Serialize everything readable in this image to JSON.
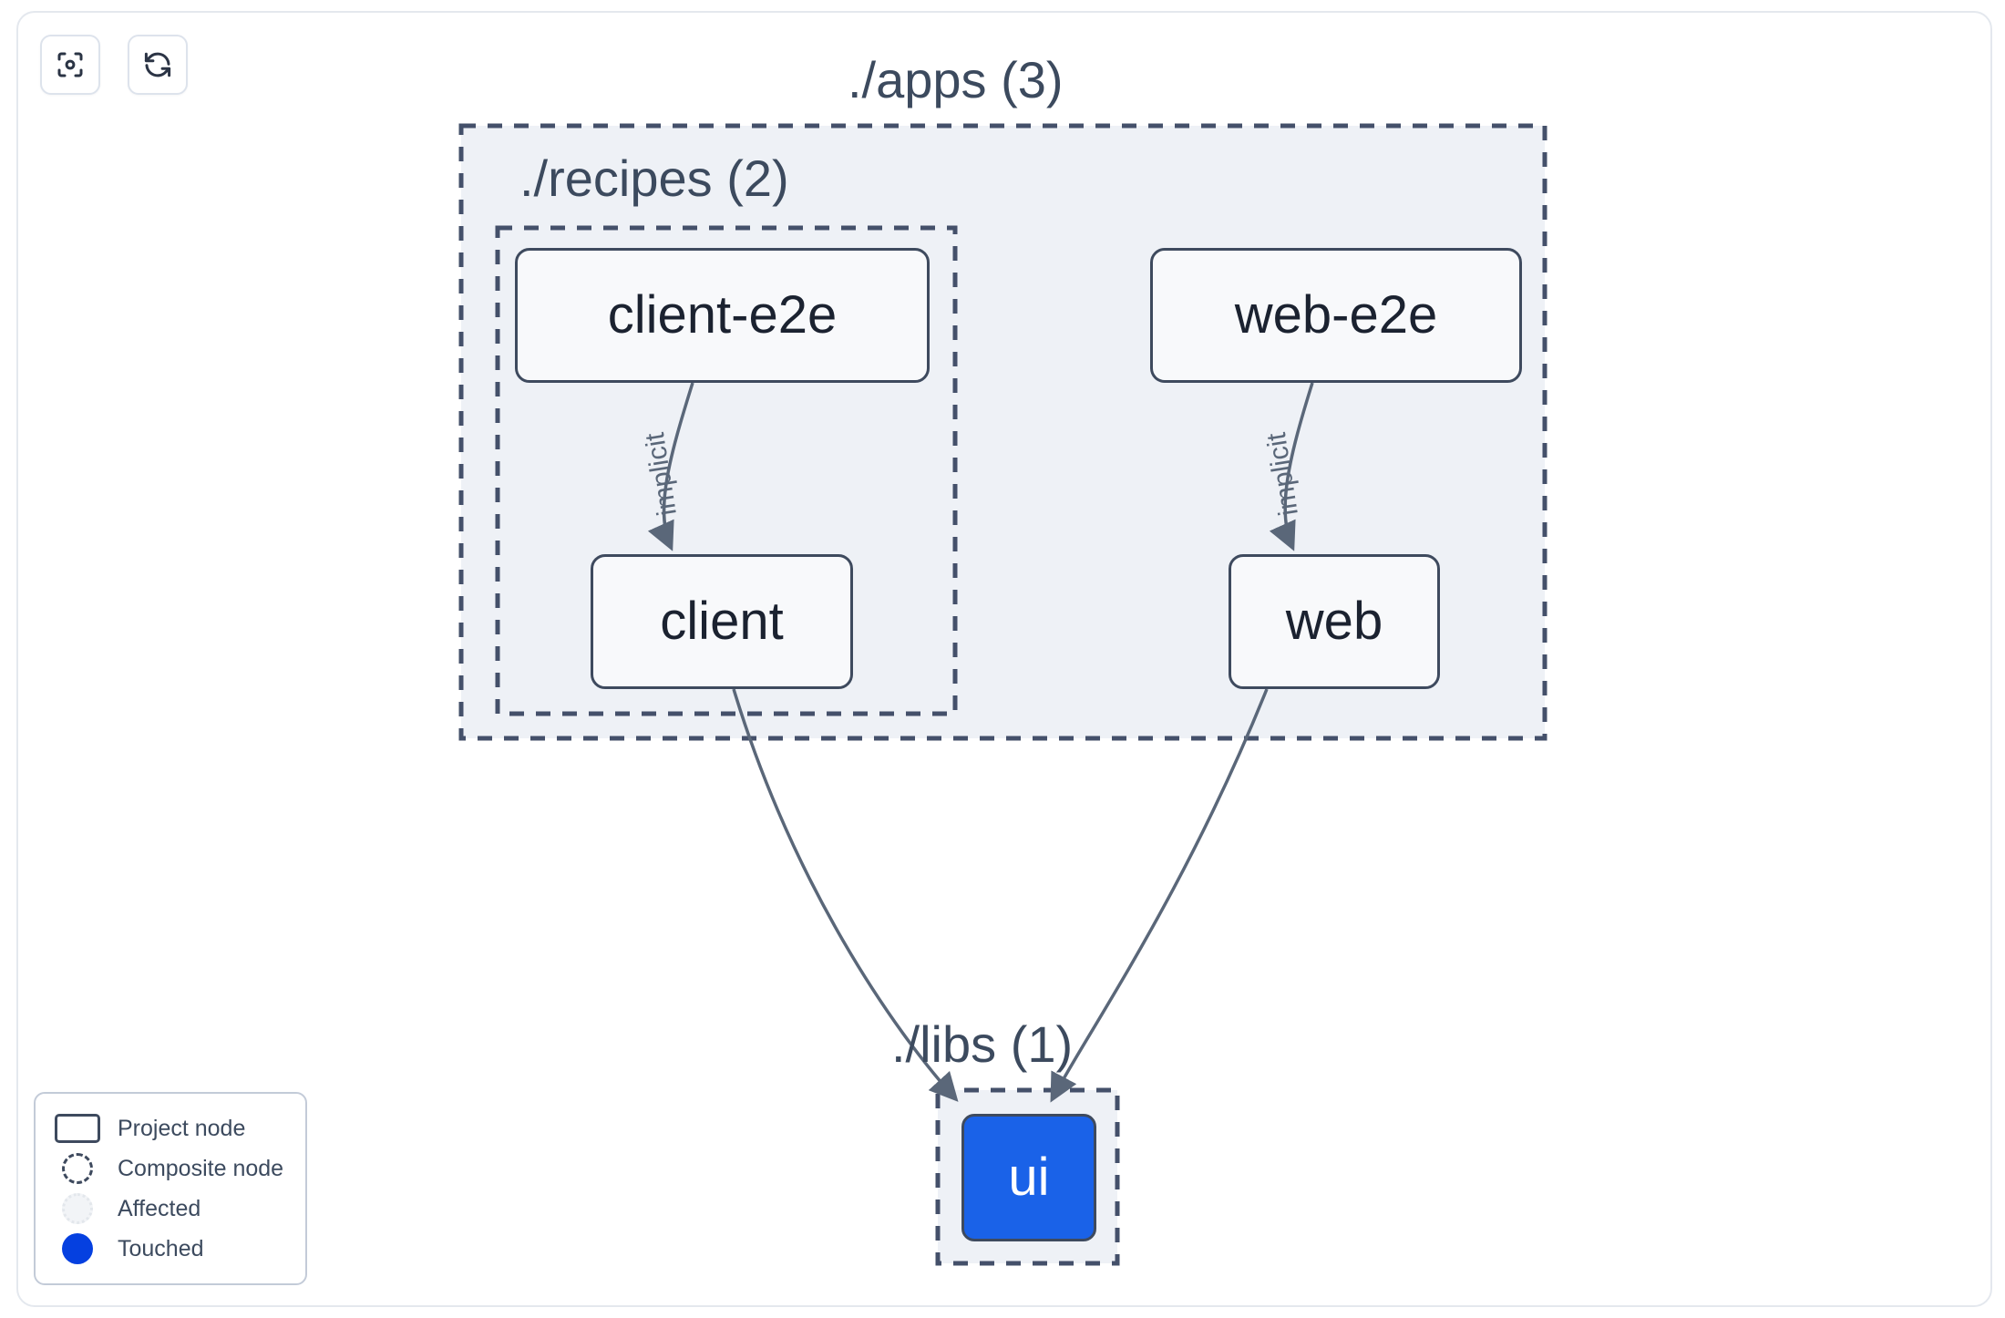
{
  "toolbar": {
    "buttons": [
      {
        "name": "focus-graph-button",
        "icon": "focus-target-icon",
        "label": ""
      },
      {
        "name": "refresh-graph-button",
        "icon": "refresh-icon",
        "label": ""
      }
    ]
  },
  "graph": {
    "groups": [
      {
        "id": "apps",
        "label": "./apps (3)",
        "count": 3,
        "parent": null
      },
      {
        "id": "recipes",
        "label": "./recipes (2)",
        "count": 2,
        "parent": "apps"
      },
      {
        "id": "libs",
        "label": "./libs (1)",
        "count": 1,
        "parent": null
      }
    ],
    "nodes": [
      {
        "id": "client-e2e",
        "label": "client-e2e",
        "group": "recipes",
        "state": "normal"
      },
      {
        "id": "web-e2e",
        "label": "web-e2e",
        "group": "apps",
        "state": "normal"
      },
      {
        "id": "client",
        "label": "client",
        "group": "recipes",
        "state": "normal"
      },
      {
        "id": "web",
        "label": "web",
        "group": "apps",
        "state": "normal"
      },
      {
        "id": "ui",
        "label": "ui",
        "group": "libs",
        "state": "touched"
      }
    ],
    "edges": [
      {
        "from": "client-e2e",
        "to": "client",
        "label": "implicit"
      },
      {
        "from": "web-e2e",
        "to": "web",
        "label": "implicit"
      },
      {
        "from": "client",
        "to": "ui",
        "label": ""
      },
      {
        "from": "web",
        "to": "ui",
        "label": ""
      }
    ]
  },
  "legend": {
    "items": [
      {
        "swatch": "project-node-swatch",
        "label": "Project node"
      },
      {
        "swatch": "composite-node-swatch",
        "label": "Composite node"
      },
      {
        "swatch": "affected-swatch",
        "label": "Affected"
      },
      {
        "swatch": "touched-swatch",
        "label": "Touched"
      }
    ]
  },
  "colors": {
    "touched": "#0540e0",
    "node_blue": "#1a62e8",
    "node_border": "#3e4a5e",
    "node_fill": "#f8f9fb",
    "group_fill": "#eef1f6",
    "group_border": "#44506a",
    "text": "#3c4a5e",
    "edge": "#5a6779",
    "canvas": "#ffffff"
  }
}
